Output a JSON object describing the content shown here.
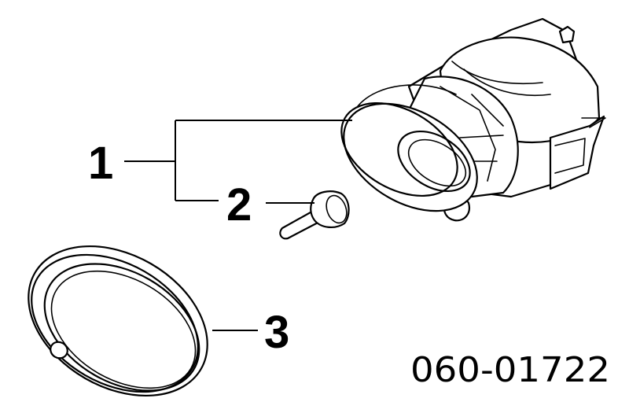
{
  "callouts": {
    "item1": "1",
    "item2": "2",
    "item3": "3"
  },
  "diagram_number": "060-01722",
  "colors": {
    "line": "#000000",
    "background": "#ffffff"
  }
}
